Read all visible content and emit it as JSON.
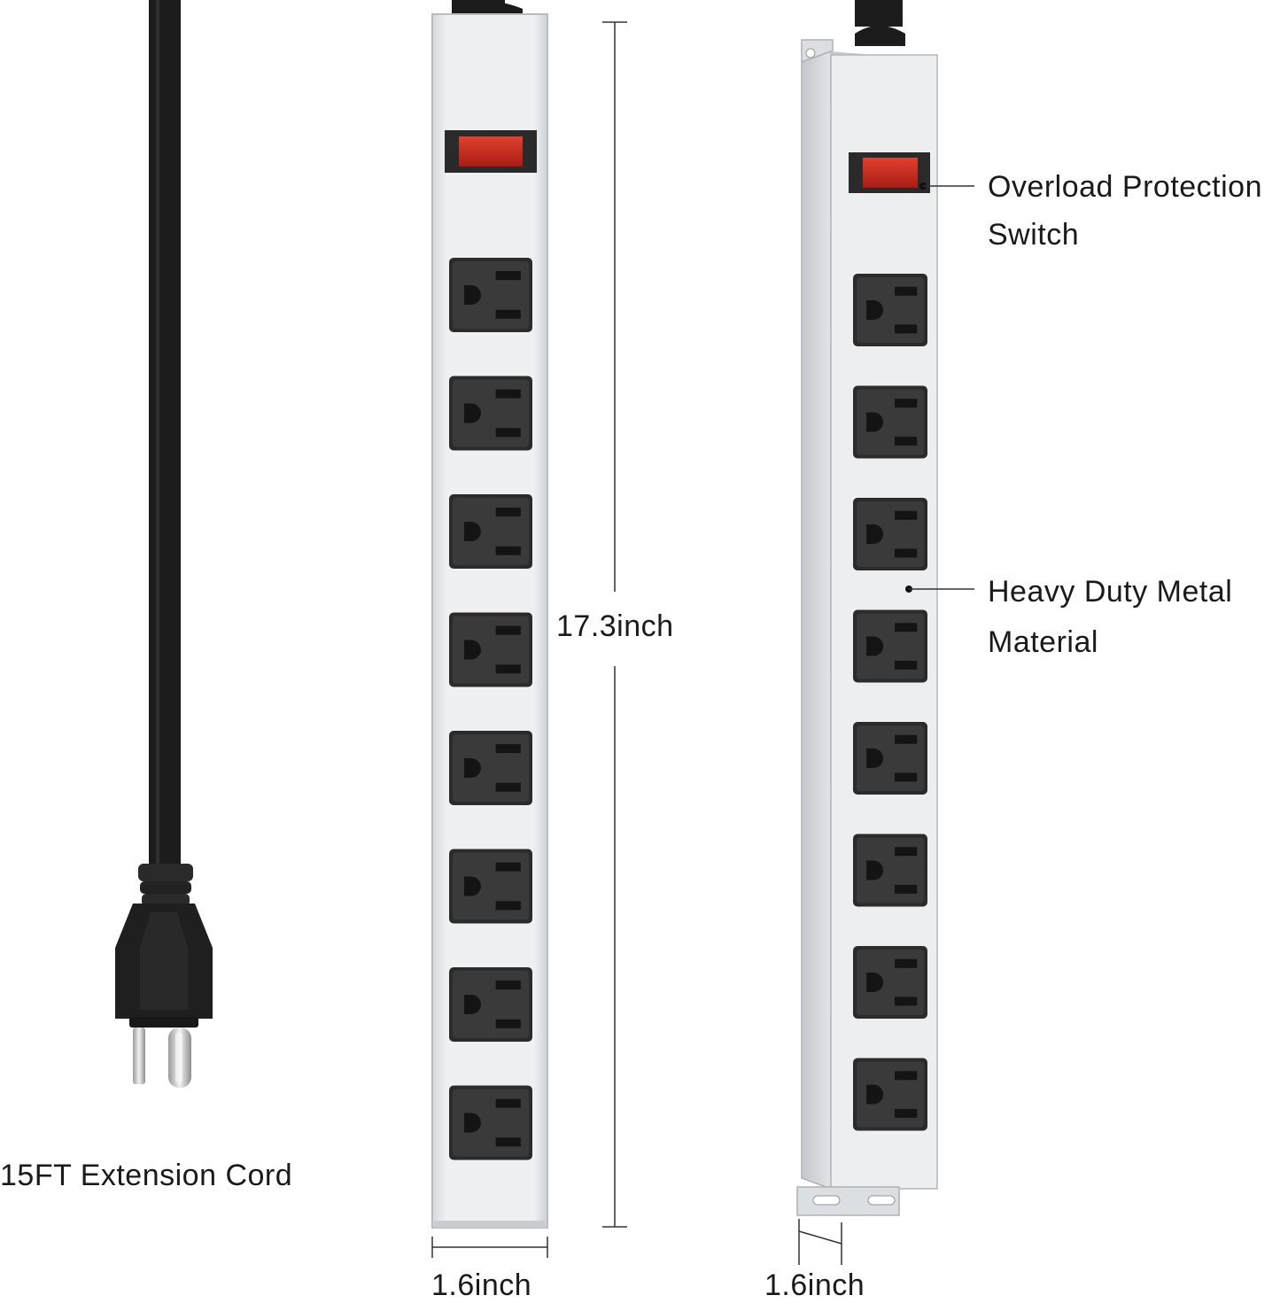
{
  "labels": {
    "cord_length": "15FT Extension Cord",
    "height": "17.3inch",
    "width_front": "1.6inch",
    "width_side": "1.6inch",
    "switch_line1": "Overload Protection",
    "switch_line2": "Switch",
    "material_line1": "Heavy Duty Metal",
    "material_line2": "Material"
  },
  "product": {
    "outlet_count": 8,
    "colors": {
      "housing": "#e6e8ea",
      "housing_shadow": "#c9ccd0",
      "outlet": "#3a3a3a",
      "switch": "#c8281e",
      "cord": "#1c1c1c",
      "prong": "#cfcfcf"
    }
  }
}
